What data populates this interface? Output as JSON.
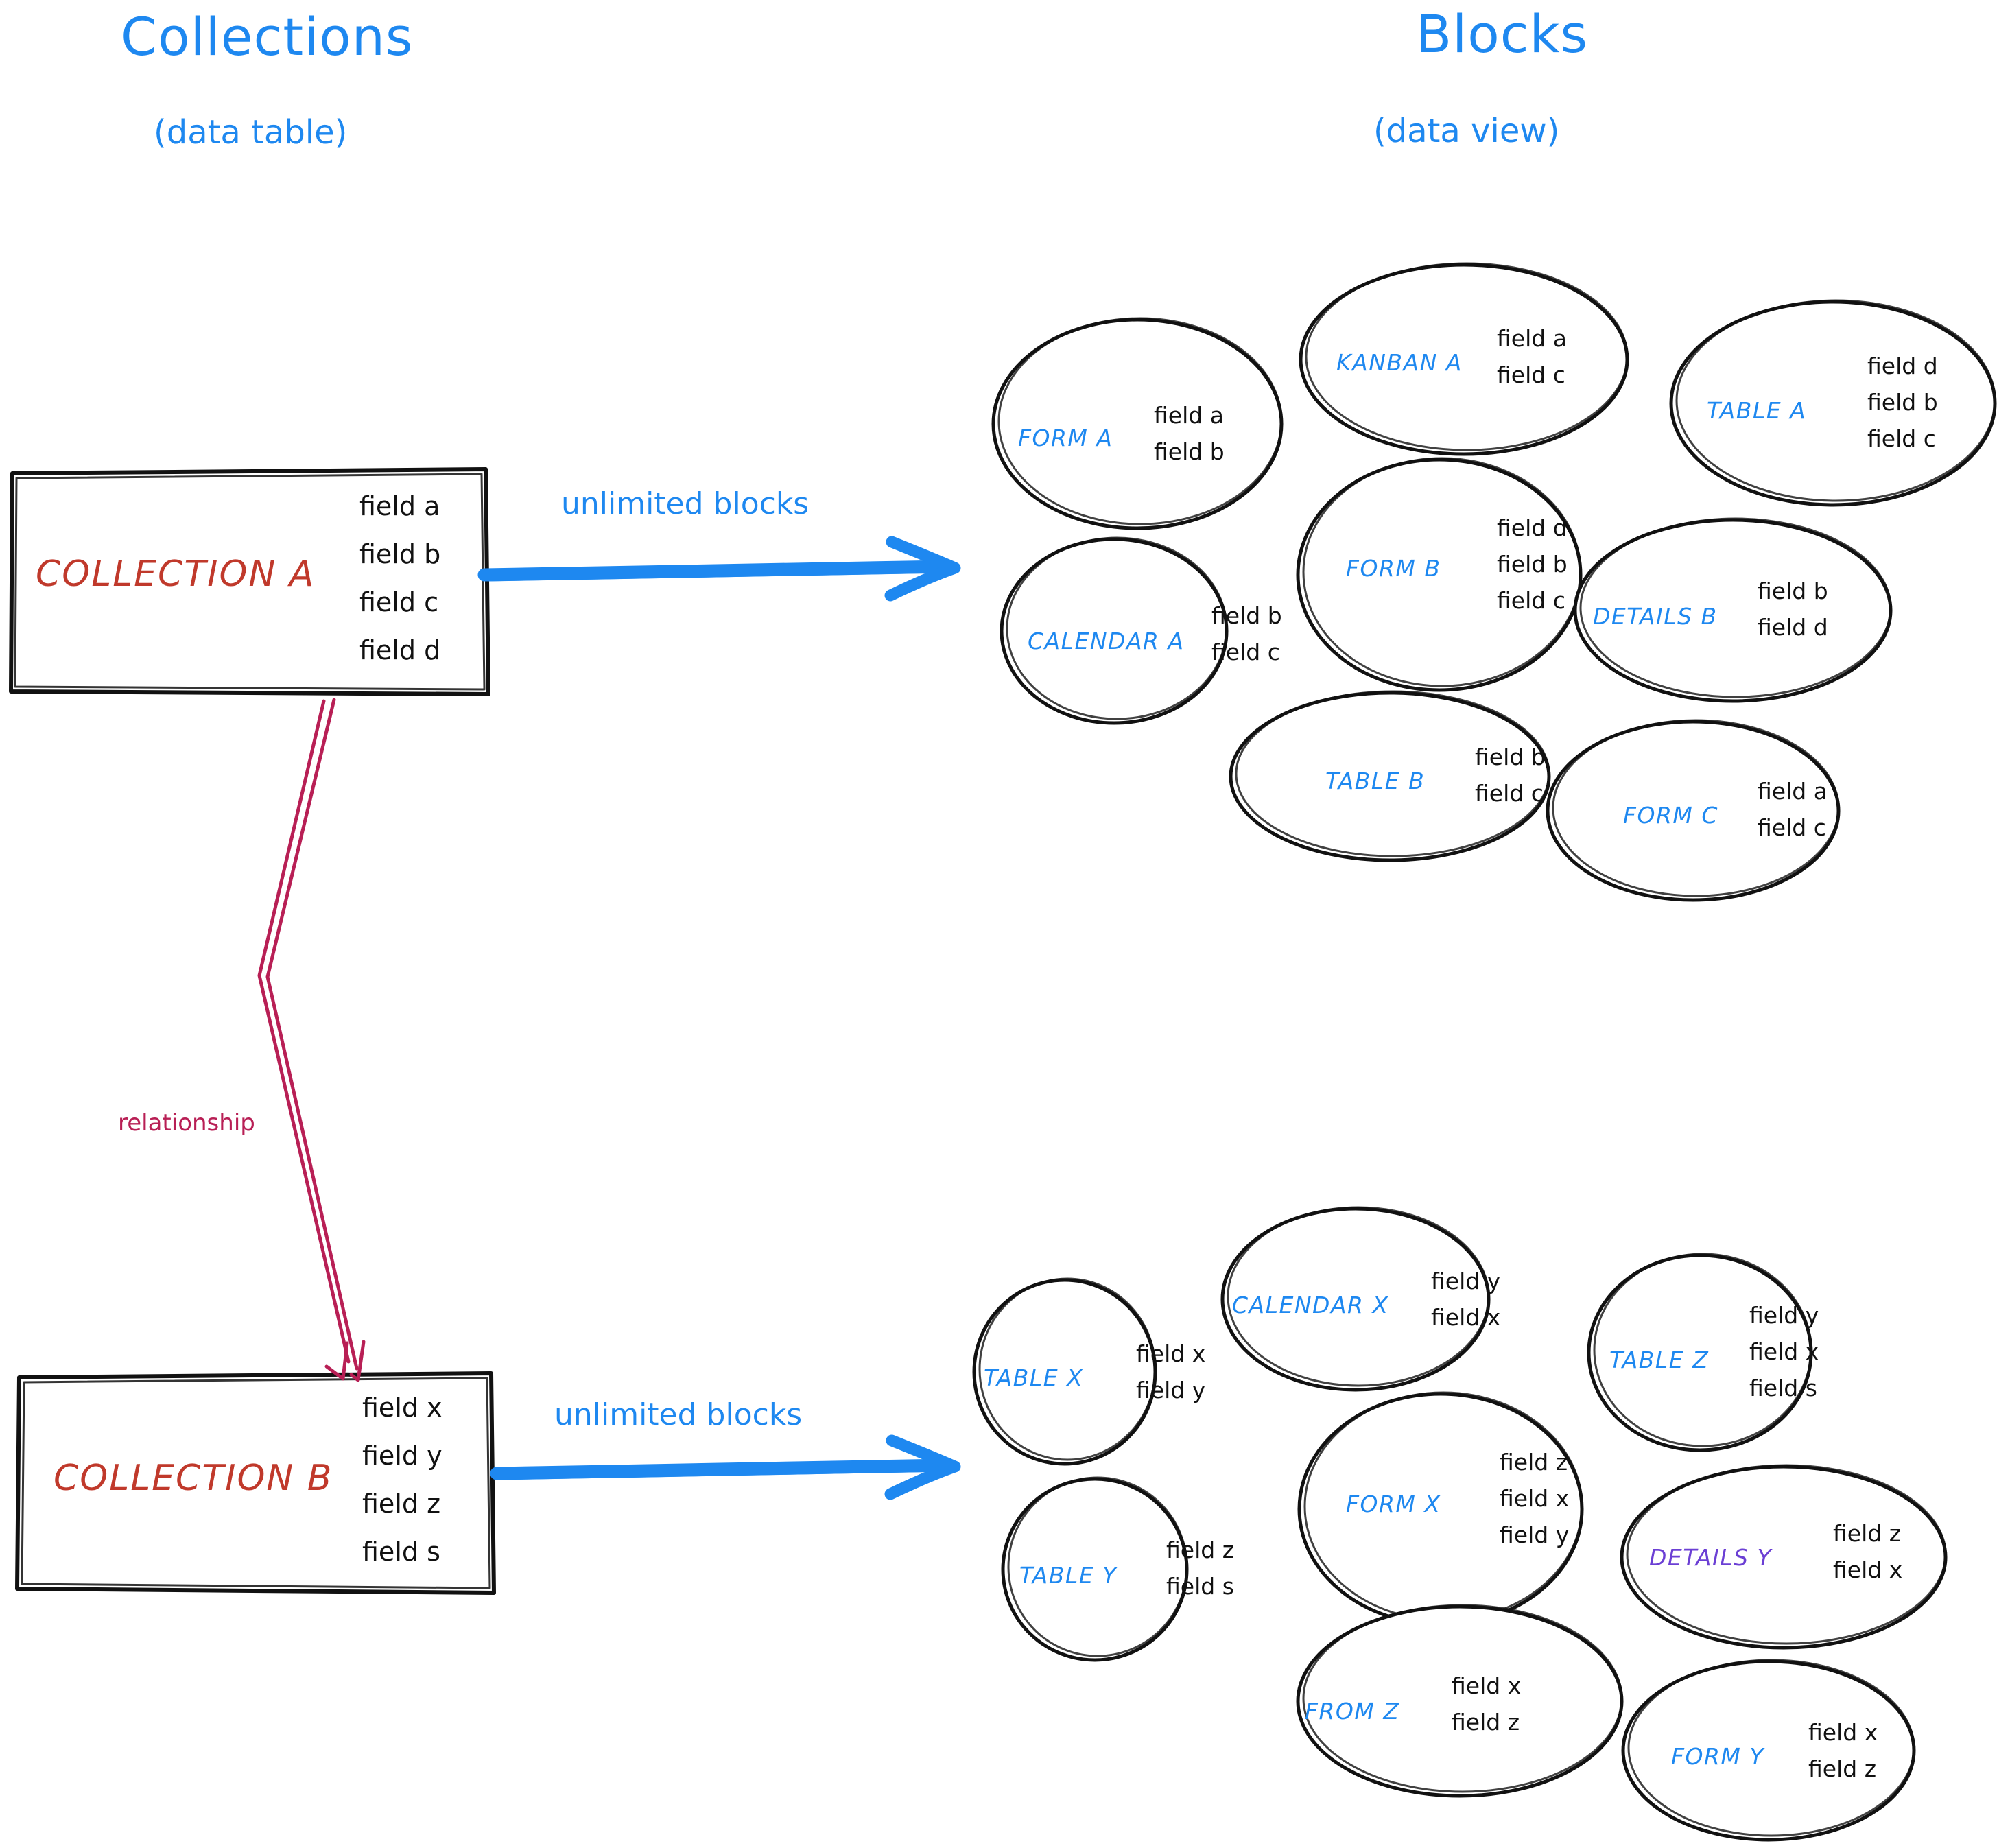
{
  "headings": {
    "left": {
      "title": "Collections",
      "subtitle": "(data table)"
    },
    "right": {
      "title": "Blocks",
      "subtitle": "(data view)"
    }
  },
  "colors": {
    "accent_blue": "#1e88f0",
    "collection_red": "#c0392b",
    "relationship_crimson": "#b81f55",
    "details_purple": "#6b3fd4",
    "ink_black": "#111111",
    "background": "#ffffff"
  },
  "collections": [
    {
      "name": "COLLECTION A",
      "fields": [
        "field a",
        "field b",
        "field c",
        "field d"
      ],
      "arrow_label": "unlimited blocks"
    },
    {
      "name": "COLLECTION B",
      "fields": [
        "field x",
        "field y",
        "field z",
        "field s"
      ],
      "arrow_label": "unlimited blocks"
    }
  ],
  "relationship": {
    "label": "relationship"
  },
  "block_groups": [
    {
      "for_collection": "COLLECTION A",
      "blocks": [
        {
          "name": "FORM A",
          "color": "blue",
          "fields": [
            "field a",
            "field b"
          ]
        },
        {
          "name": "KANBAN A",
          "color": "blue",
          "fields": [
            "field a",
            "field c"
          ]
        },
        {
          "name": "TABLE A",
          "color": "blue",
          "fields": [
            "field d",
            "field b",
            "field c"
          ]
        },
        {
          "name": "CALENDAR A",
          "color": "blue",
          "fields": [
            "field b",
            "field c"
          ]
        },
        {
          "name": "FORM B",
          "color": "blue",
          "fields": [
            "field d",
            "field b",
            "field c"
          ]
        },
        {
          "name": "DETAILS B",
          "color": "blue",
          "fields": [
            "field b",
            "field d"
          ]
        },
        {
          "name": "TABLE B",
          "color": "blue",
          "fields": [
            "field b",
            "field c"
          ]
        },
        {
          "name": "FORM C",
          "color": "blue",
          "fields": [
            "field a",
            "field c"
          ]
        }
      ]
    },
    {
      "for_collection": "COLLECTION B",
      "blocks": [
        {
          "name": "TABLE X",
          "color": "blue",
          "fields": [
            "field x",
            "field y"
          ]
        },
        {
          "name": "CALENDAR X",
          "color": "blue",
          "fields": [
            "field y",
            "field x"
          ]
        },
        {
          "name": "TABLE Z",
          "color": "blue",
          "fields": [
            "field y",
            "field x",
            "field s"
          ]
        },
        {
          "name": "TABLE Y",
          "color": "blue",
          "fields": [
            "field z",
            "field s"
          ]
        },
        {
          "name": "FORM X",
          "color": "blue",
          "fields": [
            "field z",
            "field x",
            "field y"
          ]
        },
        {
          "name": "DETAILS Y",
          "color": "purple",
          "fields": [
            "field z",
            "field x"
          ]
        },
        {
          "name": "FROM Z",
          "color": "blue",
          "fields": [
            "field x",
            "field z"
          ]
        },
        {
          "name": "FORM Y",
          "color": "blue",
          "fields": [
            "field x",
            "field z"
          ]
        }
      ]
    }
  ]
}
